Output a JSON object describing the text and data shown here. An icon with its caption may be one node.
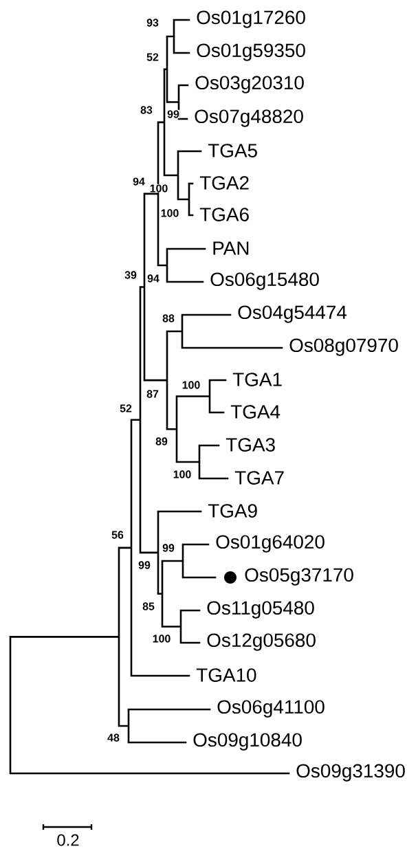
{
  "diagram": {
    "labels": [
      "Os01g17260",
      "93",
      "Os01g59350",
      "52",
      "Os03g20310",
      "83",
      "99",
      "Os07g48820",
      "TGA5",
      "94",
      "TGA2",
      "100",
      "100",
      "TGA6",
      "PAN",
      "39",
      "94",
      "Os06g15480",
      "Os04g54474",
      "88",
      "Os08g07970",
      "TGA1",
      "100",
      "87",
      "52",
      "TGA4",
      "89",
      "TGA3",
      "100",
      "TGA7",
      "TGA9",
      "56",
      "Os01g64020",
      "99",
      "99",
      "Os05g37170",
      "85",
      "Os11g05480",
      "100",
      "Os12g05680",
      "TGA10",
      "Os06g41100",
      "48",
      "Os09g10840",
      "Os09g31390",
      "0.2"
    ]
  }
}
